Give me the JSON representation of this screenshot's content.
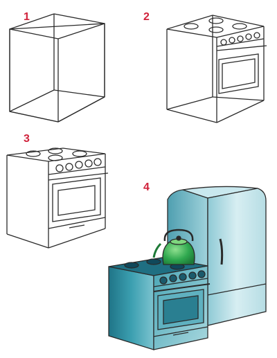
{
  "steps": [
    {
      "number": "1"
    },
    {
      "number": "2"
    },
    {
      "number": "3"
    },
    {
      "number": "4"
    }
  ],
  "colors": {
    "step_number": "#d0223b",
    "line": "#2a2a2a",
    "stove_teal": "#2f8fa0",
    "fridge_light": "#b9dfe6",
    "kettle_green": "#2fa84f"
  }
}
